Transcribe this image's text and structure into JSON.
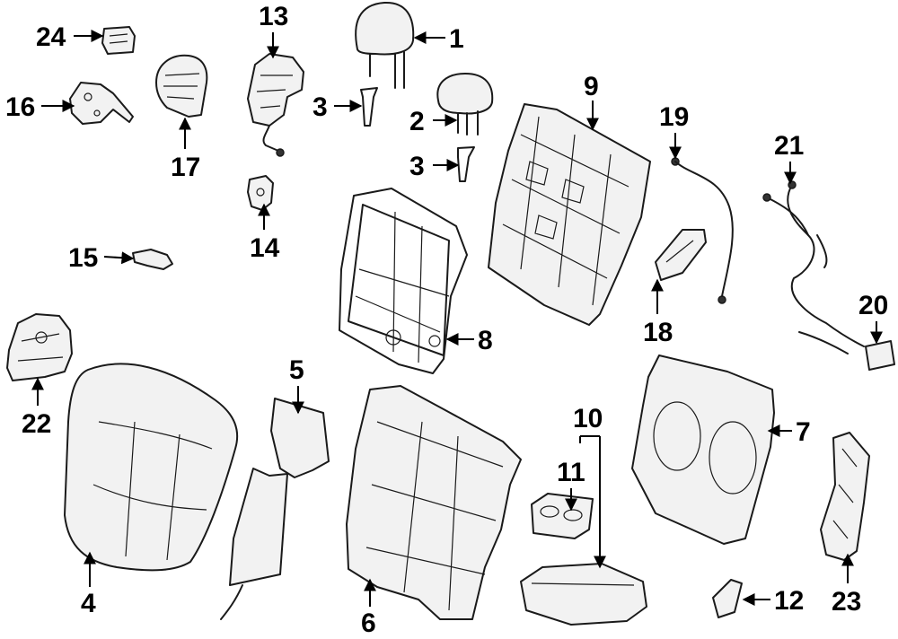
{
  "diagram": {
    "callouts": [
      {
        "id": "c1",
        "label": "1"
      },
      {
        "id": "c2",
        "label": "2"
      },
      {
        "id": "c3a",
        "label": "3"
      },
      {
        "id": "c3b",
        "label": "3"
      },
      {
        "id": "c4",
        "label": "4"
      },
      {
        "id": "c5",
        "label": "5"
      },
      {
        "id": "c6",
        "label": "6"
      },
      {
        "id": "c7",
        "label": "7"
      },
      {
        "id": "c8",
        "label": "8"
      },
      {
        "id": "c9",
        "label": "9"
      },
      {
        "id": "c10",
        "label": "10"
      },
      {
        "id": "c11",
        "label": "11"
      },
      {
        "id": "c12",
        "label": "12"
      },
      {
        "id": "c13",
        "label": "13"
      },
      {
        "id": "c14",
        "label": "14"
      },
      {
        "id": "c15",
        "label": "15"
      },
      {
        "id": "c16",
        "label": "16"
      },
      {
        "id": "c17",
        "label": "17"
      },
      {
        "id": "c18",
        "label": "18"
      },
      {
        "id": "c19",
        "label": "19"
      },
      {
        "id": "c20",
        "label": "20"
      },
      {
        "id": "c21",
        "label": "21"
      },
      {
        "id": "c22",
        "label": "22"
      },
      {
        "id": "c23",
        "label": "23"
      },
      {
        "id": "c24",
        "label": "24"
      }
    ]
  }
}
